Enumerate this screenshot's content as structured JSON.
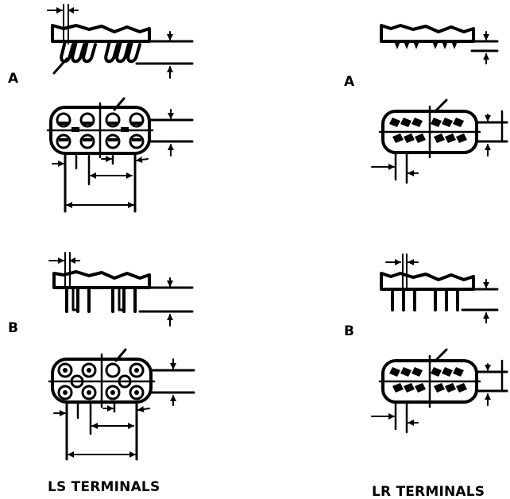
{
  "labels": {
    "ls_a": "A",
    "ls_b": "B",
    "lr_a": "A",
    "lr_b": "B",
    "ls_title": "LS TERMINALS",
    "lr_title": "LR TERMINALS"
  },
  "colors": {
    "ink": "#000000",
    "background": "#ffffff"
  }
}
